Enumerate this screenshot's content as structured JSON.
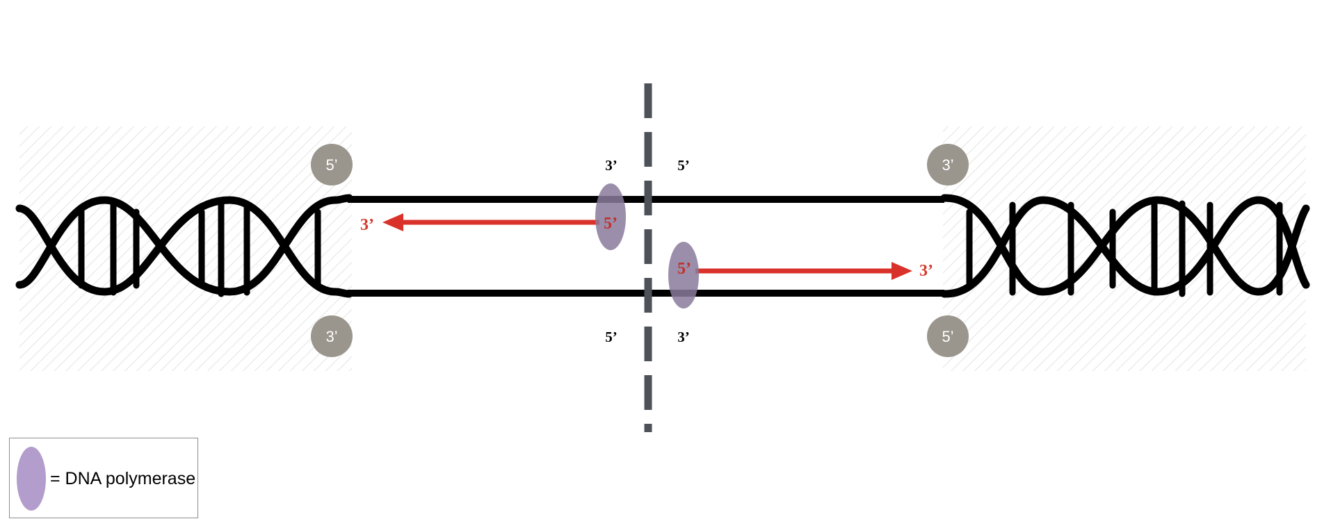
{
  "colors": {
    "strand": "#000000",
    "divider": "#4d5258",
    "arrow": "#d9322a",
    "arrow_text": "#d23a2d",
    "end_circle": "#9a968e",
    "polymerase": "#8a7a9c",
    "polymerase_label": "#c0312a",
    "legend_swatch": "#b39dcc",
    "hatch": "#ebebeb"
  },
  "icons": {
    "left_helix": "dna-double-helix-icon",
    "right_helix": "dna-double-helix-icon",
    "polymerase": "dna-polymerase-ellipse-icon"
  },
  "left_end": {
    "top_label": "5’",
    "bottom_label": "3’"
  },
  "right_end": {
    "top_label": "3’",
    "bottom_label": "5’"
  },
  "left_fork": {
    "top_label": "3’",
    "bottom_label": "5’"
  },
  "right_fork": {
    "top_label": "5’",
    "bottom_label": "3’"
  },
  "left_new_strand": {
    "polymerase_label": "5’",
    "tip_label": "3’"
  },
  "right_new_strand": {
    "polymerase_label": "5’",
    "tip_label": "3’"
  },
  "legend": {
    "text": "= DNA polymerase"
  }
}
